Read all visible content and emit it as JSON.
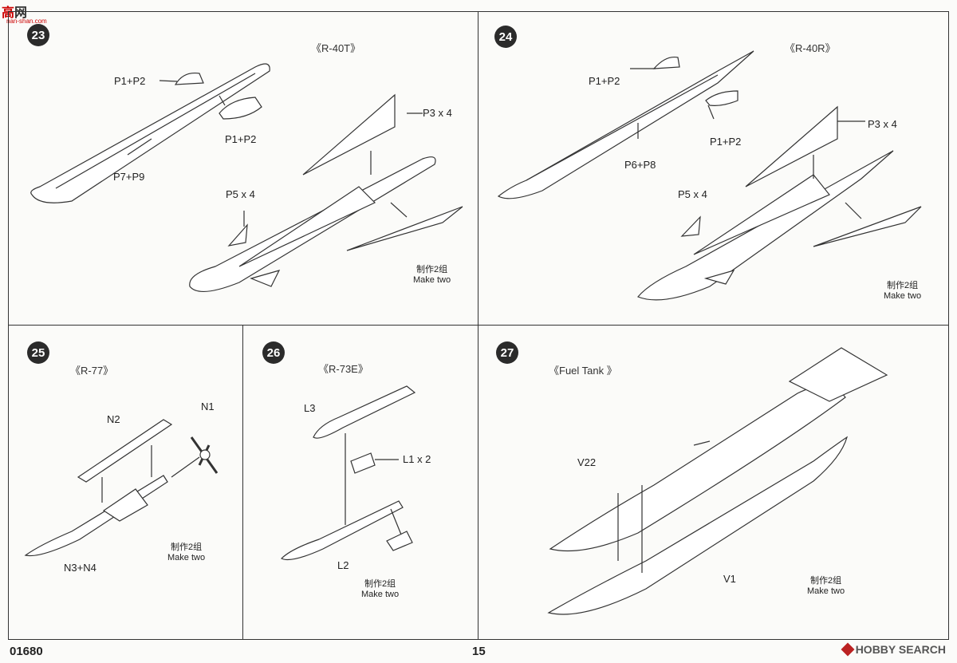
{
  "watermark": {
    "mark": "高",
    "char": "网",
    "sub": "nan-shan.com"
  },
  "footer": {
    "code": "01680",
    "page": "15",
    "brand": "HOBBY SEARCH"
  },
  "steps": {
    "s23": {
      "num": "23",
      "title": "《R-40T》",
      "labels": [
        "P1+P2",
        "P1+P2",
        "P7+P9",
        "P3 x 4",
        "P5 x 4"
      ],
      "note_cn": "制作2组",
      "note_en": "Make two"
    },
    "s24": {
      "num": "24",
      "title": "《R-40R》",
      "labels": [
        "P1+P2",
        "P1+P2",
        "P6+P8",
        "P3 x 4",
        "P5 x 4"
      ],
      "note_cn": "制作2组",
      "note_en": "Make two"
    },
    "s25": {
      "num": "25",
      "title": "《R-77》",
      "labels": [
        "N2",
        "N1",
        "N3+N4"
      ],
      "note_cn": "制作2组",
      "note_en": "Make two"
    },
    "s26": {
      "num": "26",
      "title": "《R-73E》",
      "labels": [
        "L3",
        "L1 x 2",
        "L2"
      ],
      "note_cn": "制作2组",
      "note_en": "Make two"
    },
    "s27": {
      "num": "27",
      "title": "《Fuel Tank 》",
      "labels": [
        "V22",
        "V1"
      ],
      "note_cn": "制作2组",
      "note_en": "Make two"
    }
  }
}
